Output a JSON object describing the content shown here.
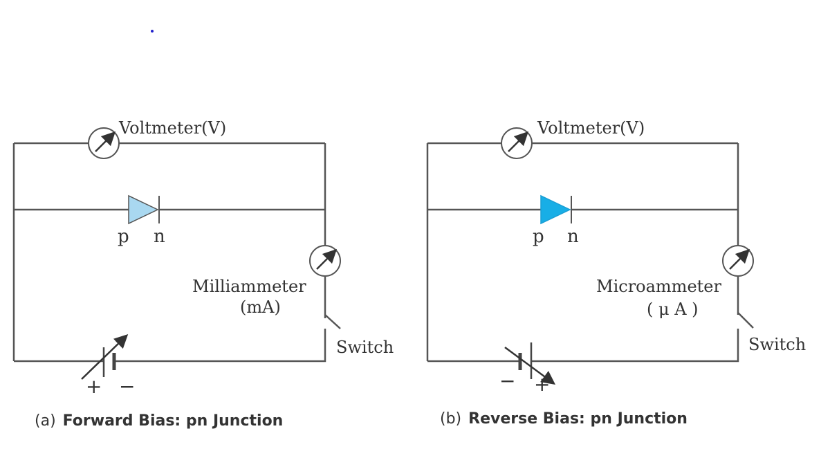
{
  "panel_a": {
    "voltmeter_label": "Voltmeter(V)",
    "p_label": "p",
    "n_label": "n",
    "ammeter_label_1": "Milliammeter",
    "ammeter_label_2": "(mA)",
    "switch_label": "Switch",
    "plus": "+",
    "minus": "−",
    "caption_prefix": "(a)",
    "caption": "Forward Bias: pn Junction",
    "diode_color": "#a9d8f0"
  },
  "panel_b": {
    "voltmeter_label": "Voltmeter(V)",
    "p_label": "p",
    "n_label": "n",
    "ammeter_label_1": "Microammeter",
    "ammeter_label_2": "( μ A )",
    "switch_label": "Switch",
    "plus": "+",
    "minus": "−",
    "caption_prefix": "(b)",
    "caption": "Reverse Bias: pn Junction",
    "diode_color": "#18aee6"
  }
}
